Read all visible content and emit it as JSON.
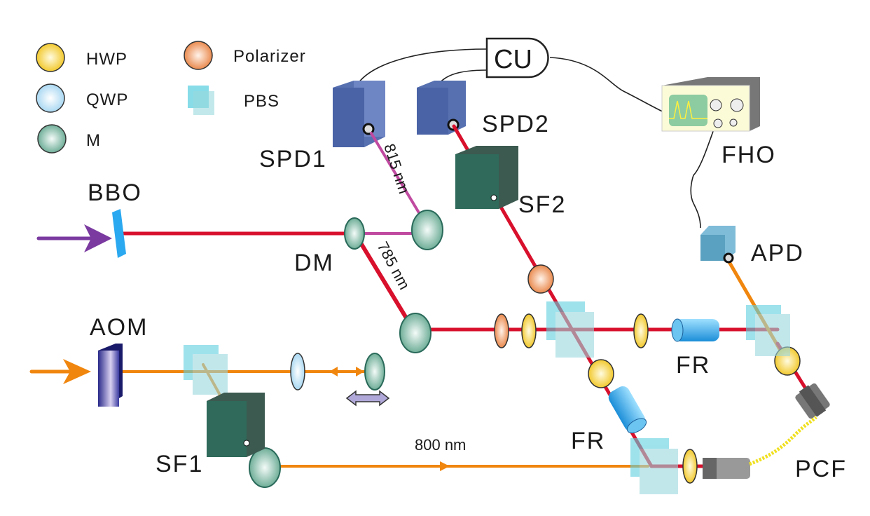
{
  "legend": [
    {
      "label": "HWP",
      "color": "#f5d54a"
    },
    {
      "label": "QWP",
      "color": "#bfe3f5"
    },
    {
      "label": "M",
      "color": "#8fc2b0"
    },
    {
      "label": "Polarizer",
      "color": "#f0a070"
    },
    {
      "label": "PBS",
      "color": "#5fd0e0"
    }
  ],
  "labels": {
    "cu": "CU",
    "spd1": "SPD1",
    "spd2": "SPD2",
    "fho": "FHO",
    "bbo": "BBO",
    "dm": "DM",
    "sf2": "SF2",
    "apd": "APD",
    "aom": "AOM",
    "fr_top": "FR",
    "fr_bottom": "FR",
    "sf1": "SF1",
    "pcf": "PCF"
  },
  "wavelengths": {
    "w815": "815 nm",
    "w785": "785 nm",
    "w800": "800 nm"
  },
  "colors": {
    "red_beam": "#d8102c",
    "orange_beam": "#f0860e",
    "pink_beam": "#c04aa0",
    "pump": "#7a3aa0"
  }
}
